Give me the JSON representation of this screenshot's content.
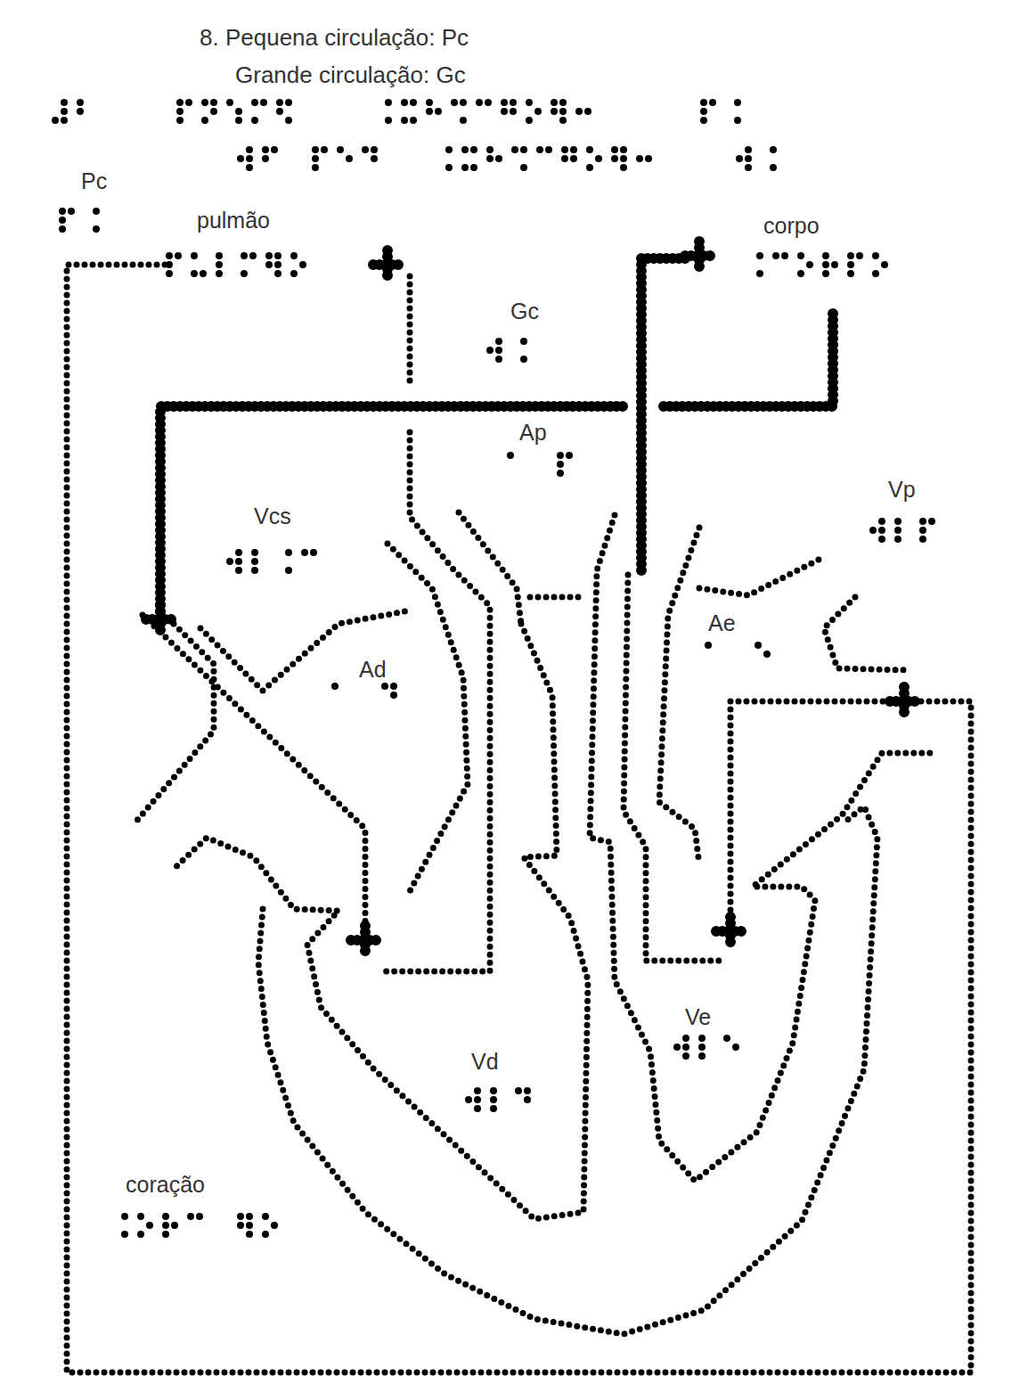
{
  "diagram": {
    "title": "8. Pequena circulação: Pc Grande circulação: Gc",
    "labels": [
      "Pc",
      "pulmão",
      "corpo",
      "Gc",
      "Ap",
      "Vp",
      "Vcs",
      "Ae",
      "Ad",
      "Ve",
      "Vd",
      "coração"
    ]
  }
}
